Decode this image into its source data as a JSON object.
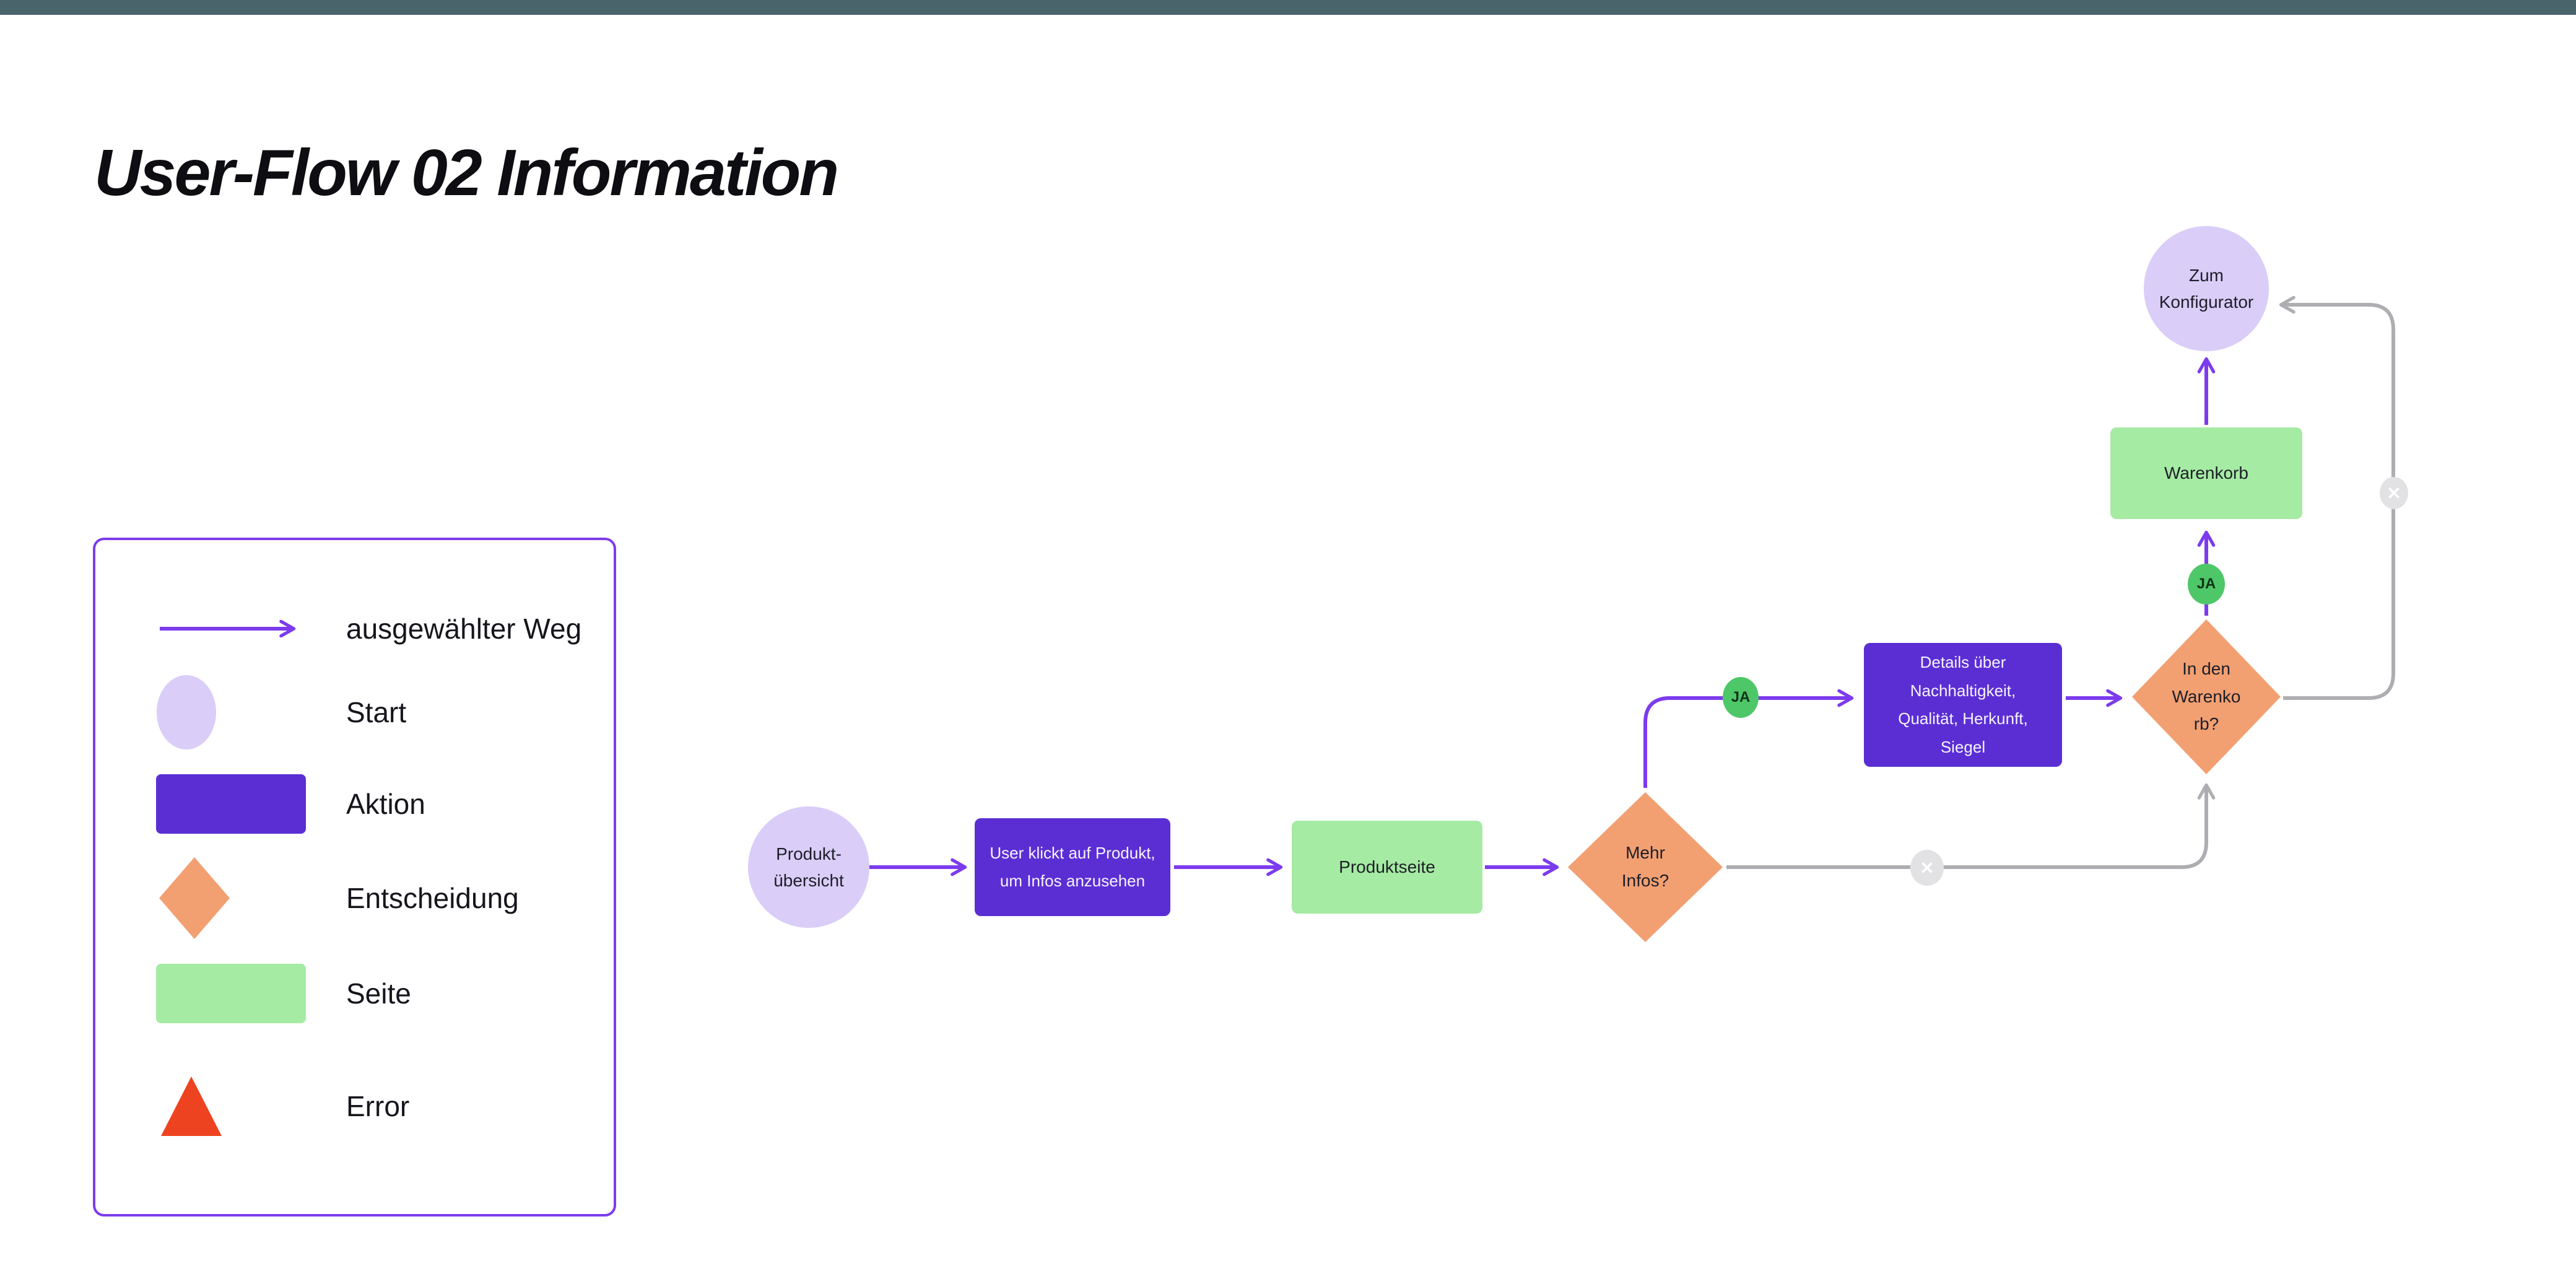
{
  "page": {
    "title": "User-Flow 02 Information"
  },
  "colors": {
    "accent_purple": "#7c3bed",
    "action_purple": "#5b2ed4",
    "start_lavender": "#dacdf8",
    "decision_orange": "#f2a072",
    "page_green": "#a5eba3",
    "error_red": "#ee4320",
    "yes_badge_green": "#4ec768",
    "no_badge_gray": "#e2e2e5",
    "connector_gray": "#aeaeb2",
    "topbar_teal": "#4a646c"
  },
  "legend": {
    "items": [
      {
        "shape": "arrow",
        "label": "ausgewählter Weg"
      },
      {
        "shape": "ellipse",
        "label": "Start"
      },
      {
        "shape": "rect-purple",
        "label": "Aktion"
      },
      {
        "shape": "diamond",
        "label": "Entscheidung"
      },
      {
        "shape": "rect-green",
        "label": "Seite"
      },
      {
        "shape": "triangle",
        "label": "Error"
      }
    ]
  },
  "flow": {
    "nodes": {
      "start": {
        "label": "Produkt-\nübersicht"
      },
      "action1": {
        "label": "User klickt auf Produkt,\num Infos anzusehen"
      },
      "page1": {
        "label": "Produktseite"
      },
      "decision1": {
        "label": "Mehr\nInfos?"
      },
      "details": {
        "label": "Details über\nNachhaltigkeit,\nQualität, Herkunft,\nSiegel"
      },
      "decision2": {
        "label": "In den\nWarenko\nrb?"
      },
      "cart": {
        "label": "Warenkorb"
      },
      "end": {
        "label": "Zum\nKonfigurator"
      }
    },
    "badges": {
      "yes1": "JA",
      "yes2": "JA",
      "no1": "✕",
      "no2": "✕"
    }
  }
}
